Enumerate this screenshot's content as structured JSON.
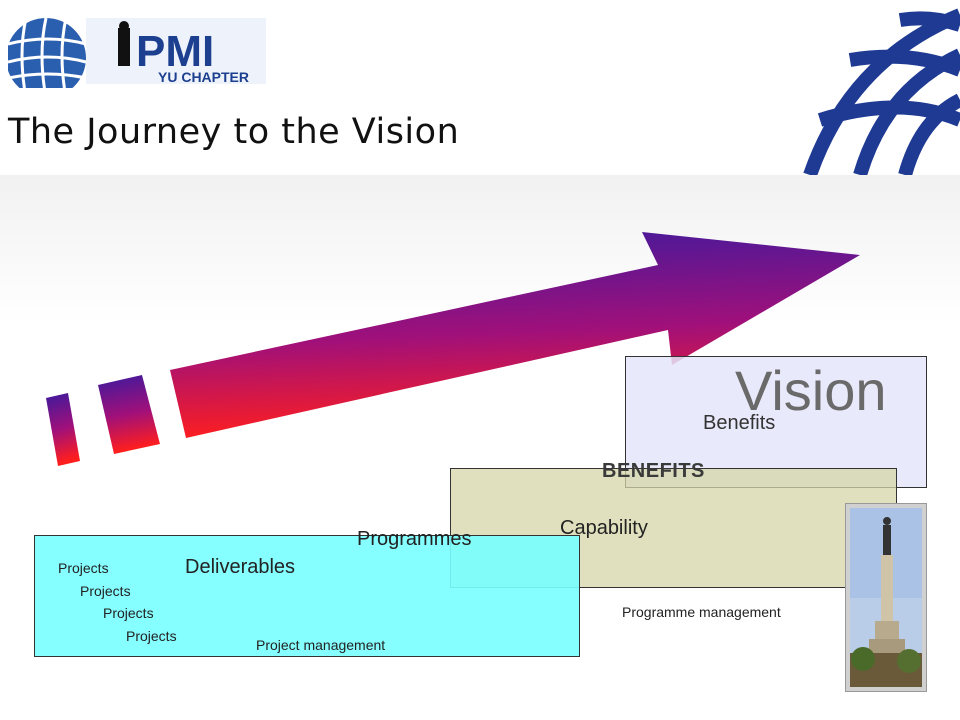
{
  "title": "The Journey to the Vision",
  "logo": {
    "text_main": "PMI",
    "text_sub": "YU CHAPTER"
  },
  "diagram": {
    "vision": "Vision",
    "benefits": "Benefits",
    "benefits_caps": "BENEFITS",
    "capability": "Capability",
    "programmes": "Programmes",
    "deliverables": "Deliverables",
    "projects": [
      "Projects",
      "Projects",
      "Projects",
      "Projects"
    ],
    "project_management": "Project management",
    "programme_management": "Programme management"
  },
  "colors": {
    "arrow_start": "#4b1aa0",
    "arrow_end": "#ff1a1a",
    "deliverables_box": "#7dffff",
    "programmes_box": "#d6d6a8",
    "vision_box": "#e4e6fa",
    "globe": "#1f3a93"
  },
  "icons": [
    "globe-icon",
    "monument-image",
    "pmi-logo"
  ]
}
